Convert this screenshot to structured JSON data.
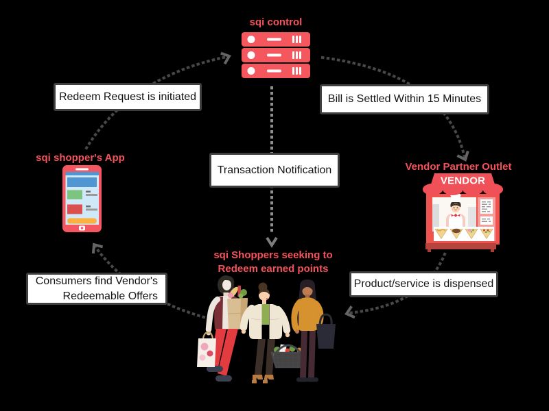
{
  "title": "sqi redeem flow diagram",
  "colors": {
    "background": "#000000",
    "accent_red": "#f4535c",
    "icon_salmon": "#f5575f",
    "box_border": "#3f3f3f",
    "box_fill": "#ffffff",
    "arrow_dark": "#4f4f4f",
    "arrow_light": "#8e8e8e"
  },
  "nodes": {
    "server": {
      "label": "sqi control",
      "icon": "server-stack-icon"
    },
    "app": {
      "label": "sqi shopper's App",
      "icon": "smartphone-icon"
    },
    "vendor": {
      "label": "Vendor Partner Outlet",
      "sign": "VENDOR",
      "icon": "vendor-stall-icon"
    },
    "shoppers": {
      "label_line1": "sqi Shoppers seeking to",
      "label_line2": "Redeem earned points",
      "icon": "shoppers-illustration"
    }
  },
  "boxes": {
    "redeem": {
      "text": "Redeem Request is initiated"
    },
    "bill": {
      "text": "Bill is Settled Within 15 Minutes"
    },
    "transaction": {
      "text": "Transaction Notification"
    },
    "consumers": {
      "line1": "Consumers find Vendor's",
      "line2": "Redeemable Offers"
    },
    "product": {
      "text": "Product/service is dispensed"
    }
  }
}
